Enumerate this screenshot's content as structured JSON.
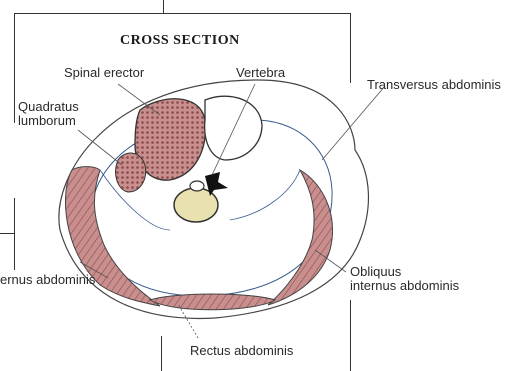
{
  "title": "CROSS SECTION",
  "labels": {
    "spinal_erector": "Spinal erector",
    "vertebra": "Vertebra",
    "quadratus_line1": "Quadratus",
    "quadratus_line2": "lumborum",
    "transversus": "Transversus abdominis",
    "obliquus_externus": "ernus abdominis",
    "obliquus_internus_line1": "Obliquus",
    "obliquus_internus_line2": "internus abdominis",
    "rectus": "Rectus abdominis"
  },
  "colors": {
    "muscle_fill": "#c98f8f",
    "muscle_fiber": "#8a4a4a",
    "bone_fill": "#e9e2b0",
    "fascia_line": "#3a5a8c",
    "outline": "#444444"
  }
}
